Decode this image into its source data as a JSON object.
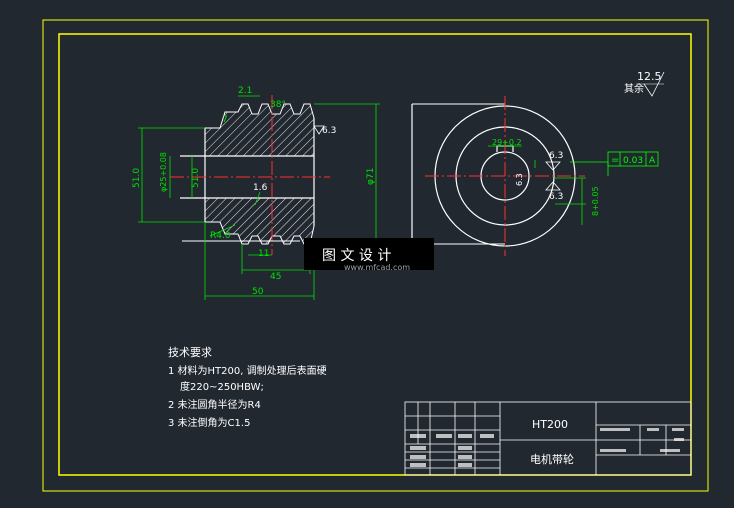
{
  "drawing": {
    "title_material": "HT200",
    "title_part": "电机带轮",
    "watermark_main": "图 文 设 计",
    "watermark_sub": "www.mfcad.com",
    "roughness_other_label": "其余",
    "roughness_other_value": "12.5"
  },
  "dimensions": {
    "d_top_pitch": "2.1",
    "d_groove_angle": "38°",
    "d_rough_side": "6.3",
    "d_left_h": "7",
    "d_bore_height": "51.0",
    "d_bore_dia": "φ25+0.08",
    "d_inner_51": "51.0",
    "d_inner_rough": "1.6",
    "d_outer_dia": "φ71",
    "d_radius": "R4.0",
    "d_groove_pitch": "11",
    "d_len_45": "45",
    "d_len_50": "50",
    "d_keyway": "29+0.2",
    "d_key_rough": "6.3",
    "d_key_width": "8+0.05",
    "d_key_rough2": "6.3",
    "d_side_rough": "6.3",
    "tol_symbol": "=",
    "tol_value": "0.03",
    "tol_datum": "A"
  },
  "tech": {
    "heading": "技术要求",
    "line1": "1  材料为HT200, 调制处理后表面硬",
    "line2": "度220~250HBW;",
    "line3": "2  未注圆角半径为R4",
    "line4": "3  未注倒角为C1.5"
  },
  "colors": {
    "background": "#212830",
    "frame": "#ffff00",
    "outline": "#ffffff",
    "dimension": "#00e000",
    "centerline": "#ff3030",
    "hatch": "#ffffff",
    "cyan": "#40e0ff",
    "tolerance": "#00ff00"
  }
}
